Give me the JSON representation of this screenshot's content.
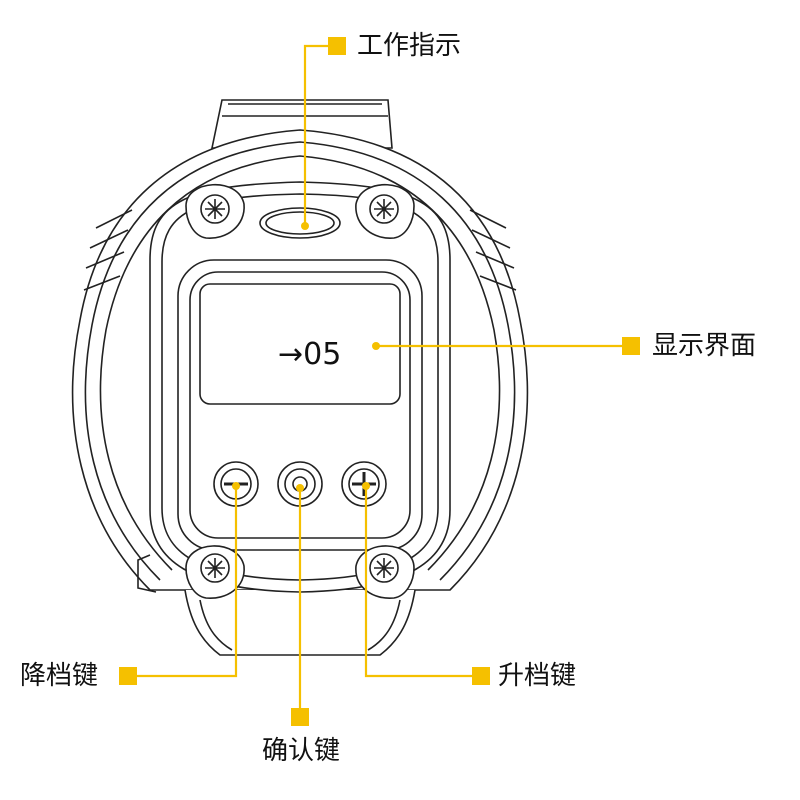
{
  "accent_color": "#F5C000",
  "outline_color": "#222222",
  "display": {
    "reading": "→05"
  },
  "labels": {
    "work_indicator": "工作指示",
    "display_interface": "显示界面",
    "downshift_key": "降档键",
    "confirm_key": "确认键",
    "upshift_key": "升档键"
  },
  "icons": {
    "screw": "phillips-screw-icon",
    "downshift": "minus-icon",
    "confirm": "circle-dot-icon",
    "upshift": "plus-icon"
  }
}
